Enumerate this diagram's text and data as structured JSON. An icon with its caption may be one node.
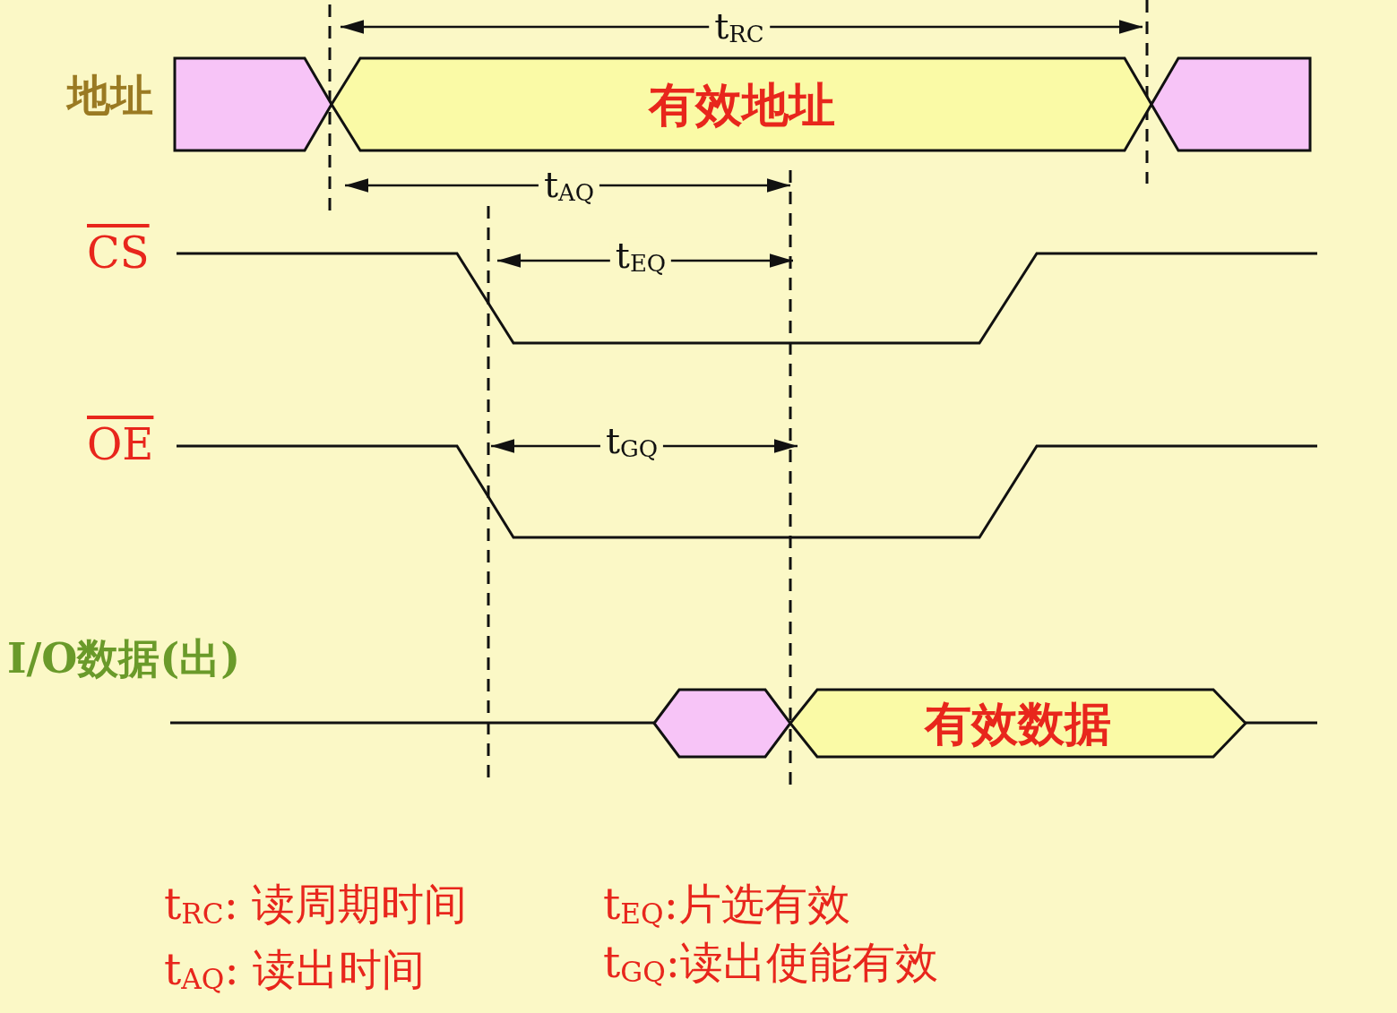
{
  "diagram": {
    "nodes": [
      {
        "text": [],
        "shape": "hexagon"
      },
      {
        "text": [
          "有效地址"
        ]
      },
      {
        "text": [],
        "shape": "hexagon"
      },
      {
        "text": [],
        "shape": "hexagon"
      },
      {
        "text": [
          "有效数据"
        ]
      }
    ],
    "edges": [],
    "labels": [
      "t$_{RC}$",
      "地址",
      "t$_{AQ}$",
      "CS",
      "t$_{EQ}$",
      "OE",
      "t$_{GQ}$",
      "I/O数据(出)",
      "t$_{RC}$: 读周期时间",
      "t$_{EQ}$:片选有效",
      "t$_{AQ}$: 读出时间",
      "t$_{GQ}$:读出使能有效"
    ]
  }
}
